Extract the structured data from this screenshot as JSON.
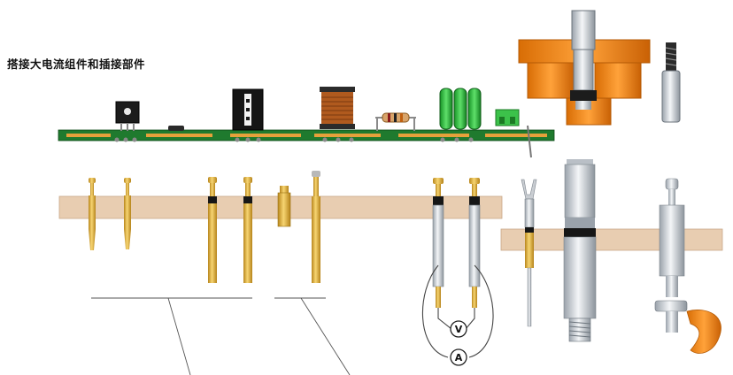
{
  "title": "搭接大电流组件和插接部件",
  "meters": {
    "voltmeter": "V",
    "ammeter": "A"
  },
  "colors": {
    "pcb": "#1f7a2e",
    "trace": "#e6a13a",
    "board": "#e8cdb1",
    "brass": "#e5b43d",
    "steel": "#d9dde2",
    "orange_part": "#f08a17",
    "inductor": "#b05a1e",
    "capacitor": "#27b33a",
    "terminal": "#3cc24a"
  },
  "icons": [
    "voltmeter-icon",
    "ammeter-icon"
  ]
}
